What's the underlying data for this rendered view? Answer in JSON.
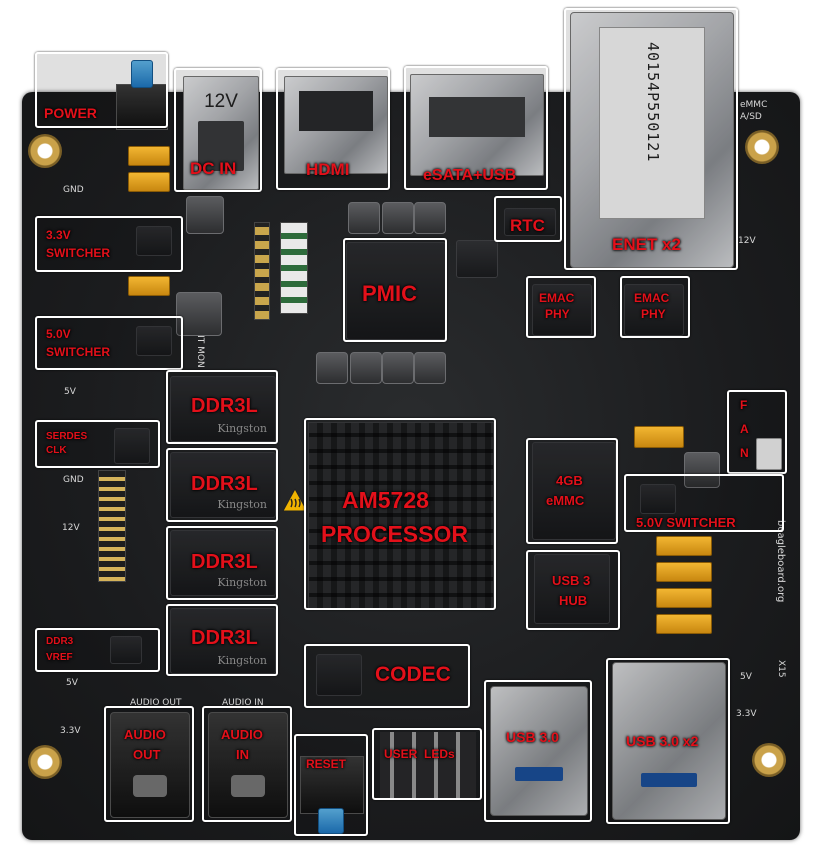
{
  "labels": {
    "power": "POWER",
    "dc_in": "DC IN",
    "dc_jack_marking": "12V",
    "hdmi": "HDMI",
    "esata_usb": "eSATA+USB",
    "rtc": "RTC",
    "enet": "ENET x2",
    "switcher_3v3_line1": "3.3V",
    "switcher_3v3_line2": "SWITCHER",
    "pmic": "PMIC",
    "emac_phy_1_line1": "EMAC",
    "emac_phy_1_line2": "PHY",
    "emac_phy_2_line1": "EMAC",
    "emac_phy_2_line2": "PHY",
    "switcher_5v0_line1": "5.0V",
    "switcher_5v0_line2": "SWITCHER",
    "ddr3l_1": "DDR3L",
    "ddr3l_2": "DDR3L",
    "ddr3l_3": "DDR3L",
    "ddr3l_4": "DDR3L",
    "serdes_line1": "SERDES",
    "serdes_line2": "CLK",
    "fan_f": "F",
    "fan_a": "A",
    "fan_n": "N",
    "processor_line1": "AM5728",
    "processor_line2": "PROCESSOR",
    "emmc_line1": "4GB",
    "emmc_line2": "eMMC",
    "switcher_5v0_right": "5.0V SWITCHER",
    "usb3_hub_line1": "USB 3",
    "usb3_hub_line2": "HUB",
    "ddr3_vref_line1": "DDR3",
    "ddr3_vref_line2": "VREF",
    "codec": "CODEC",
    "audio_out_line1": "AUDIO",
    "audio_out_line2": "OUT",
    "audio_in_line1": "AUDIO",
    "audio_in_line2": "IN",
    "reset": "RESET",
    "user_leds": "USER  LEDs",
    "usb30": "USB 3.0",
    "usb30x2": "USB 3.0 x2"
  },
  "silkscreen": {
    "gnd_top": "GND",
    "v5_top": "5V",
    "gnd_mid": "GND",
    "v12_mid": "12V",
    "v5_bottom": "5V",
    "v33_bottom": "3.3V",
    "v5_right": "5V",
    "v33_right": "3.3V",
    "v12_right": "12V",
    "audio_out_silk": "AUDIO OUT",
    "audio_in_silk": "AUDIO IN",
    "emmc_silk": "eMMC",
    "asd_silk": "A/SD",
    "current_mon": "CURRENT MON",
    "kingston": "Kingston",
    "enet_serial": "40154P550121",
    "brand_vertical": "beagleboard.org",
    "x15": "X15"
  },
  "colors": {
    "label_red": "#e3101a",
    "callout_border": "#ffffff",
    "pcb": "#1b1c1e"
  }
}
